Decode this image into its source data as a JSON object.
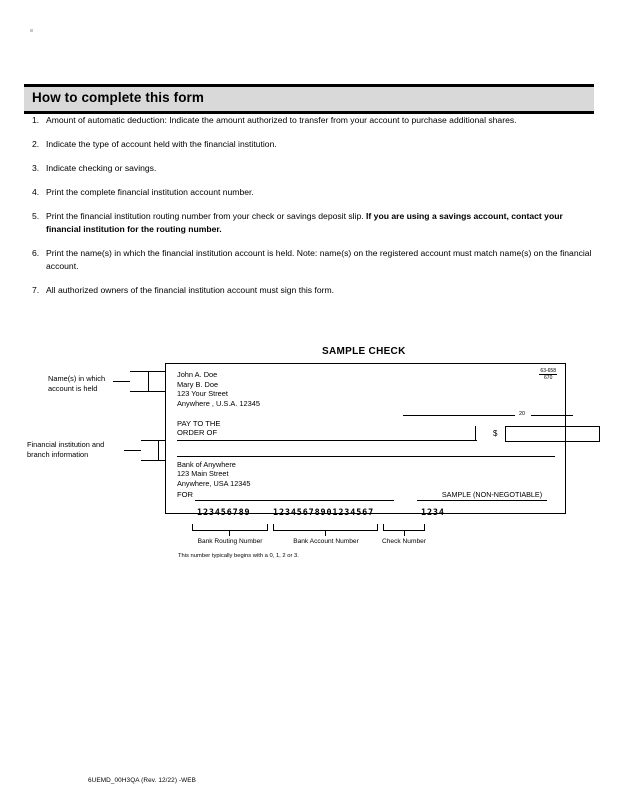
{
  "page": {
    "footer_code": "6UEMD_00H3QA (Rev. 12/22) -WEB"
  },
  "section": {
    "title": "How to complete this form"
  },
  "instructions": [
    {
      "number": "1.",
      "text": "Amount of automatic deduction:  Indicate the amount authorized to transfer from your account to purchase additional shares.",
      "bold_text": ""
    },
    {
      "number": "2.",
      "text": "Indicate the type of account held with the financial institution.",
      "bold_text": ""
    },
    {
      "number": "3.",
      "text": "Indicate checking or savings.",
      "bold_text": ""
    },
    {
      "number": "4.",
      "text": "Print the complete financial institution account number.",
      "bold_text": ""
    },
    {
      "number": "5.",
      "text": "Print the financial institution routing number from your check or savings deposit slip.  ",
      "bold_text": "If you are using a savings account, contact your financial institution for the routing number."
    },
    {
      "number": "6.",
      "text": "Print the name(s) in which the financial institution account is held.  Note: name(s) on the registered account must match name(s) on the financial account.",
      "bold_text": ""
    },
    {
      "number": "7.",
      "text": "All authorized owners of the financial institution account must sign this form.",
      "bold_text": ""
    }
  ],
  "check": {
    "title": "SAMPLE CHECK",
    "payer_lines": "John A. Doe\nMary B. Doe\n123 Your Street\nAnywhere , U.S.A. 12345",
    "fraction_numerator": "63-658",
    "fraction_denominator": "670",
    "date_year_prefix": "20",
    "pay_to_label": "PAY TO THE\nORDER OF",
    "dollar_sign": "$",
    "bank_lines": "Bank of Anywhere\n123 Main Street\nAnywhere, USA 12345",
    "for_label": "FOR",
    "signature_label": "SAMPLE (NON-NEGOTIABLE)",
    "micr": {
      "routing": "123456789",
      "account": "12345678901234567",
      "check_number": "1234"
    },
    "micr_captions": {
      "routing": "Bank Routing Number",
      "account": "Bank Account Number",
      "check_number": "Check Number"
    },
    "micr_footnote": "This number typically begins with a 0, 1, 2 or 3."
  },
  "callouts": [
    {
      "text": "Name(s) in which\naccount is held"
    },
    {
      "text": "Financial institution and\nbranch information"
    }
  ]
}
